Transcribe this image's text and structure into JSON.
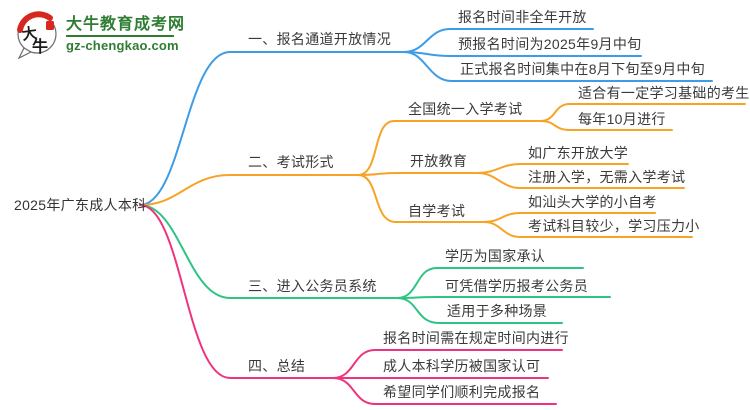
{
  "logo": {
    "icon": "daniu-seal-icon",
    "title": "大牛教育成考网",
    "domain": "gz-chengkao.com"
  },
  "colors": {
    "branch1": "#3e9ce5",
    "branch2": "#f7a426",
    "branch3": "#2ec482",
    "branch4": "#f0337e",
    "text": "#3a3a3a",
    "brand": "#2e7d32",
    "seal": "#d7281f"
  },
  "mindmap": {
    "root": "2025年广东成人本科",
    "branches": [
      {
        "label": "一、报名通道开放情况",
        "children": [
          {
            "label": "报名时间非全年开放"
          },
          {
            "label": "预报名时间为2025年9月中旬"
          },
          {
            "label": "正式报名时间集中在8月下旬至9月中旬"
          }
        ]
      },
      {
        "label": "二、考试形式",
        "children": [
          {
            "label": "全国统一入学考试",
            "children": [
              {
                "label": "适合有一定学习基础的考生"
              },
              {
                "label": "每年10月进行"
              }
            ]
          },
          {
            "label": "开放教育",
            "children": [
              {
                "label": "如广东开放大学"
              },
              {
                "label": "注册入学，无需入学考试"
              }
            ]
          },
          {
            "label": "自学考试",
            "children": [
              {
                "label": "如汕头大学的小自考"
              },
              {
                "label": "考试科目较少，学习压力小"
              }
            ]
          }
        ]
      },
      {
        "label": "三、进入公务员系统",
        "children": [
          {
            "label": "学历为国家承认"
          },
          {
            "label": "可凭借学历报考公务员"
          },
          {
            "label": "适用于多种场景"
          }
        ]
      },
      {
        "label": "四、总结",
        "children": [
          {
            "label": "报名时间需在规定时间内进行"
          },
          {
            "label": "成人本科学历被国家认可"
          },
          {
            "label": "希望同学们顺利完成报名"
          }
        ]
      }
    ]
  }
}
